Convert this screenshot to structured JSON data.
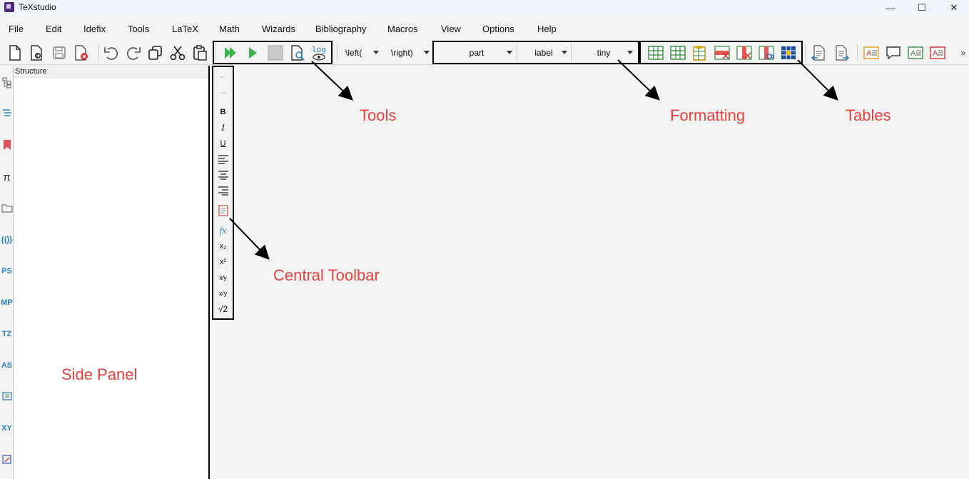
{
  "window": {
    "title": "TeXstudio",
    "minimize_glyph": "—",
    "maximize_glyph": "☐",
    "close_glyph": "✕"
  },
  "menu": [
    "File",
    "Edit",
    "Idefix",
    "Tools",
    "LaTeX",
    "Math",
    "Wizards",
    "Bibliography",
    "Macros",
    "View",
    "Options",
    "Help"
  ],
  "toolbar": {
    "file_icons": [
      "new-file-icon",
      "open-file-icon",
      "save-icon",
      "close-file-icon"
    ],
    "edit_icons": [
      "undo-icon",
      "redo-icon",
      "copy-icon",
      "cut-icon",
      "paste-icon"
    ],
    "tools_icons": [
      "build-view-icon",
      "compile-icon",
      "stop-icon",
      "view-pdf-icon",
      "view-log-icon"
    ],
    "log_label": "log",
    "left_combo": "\\left(",
    "right_combo": "\\right)",
    "part_combo": "part",
    "label_combo": "label",
    "size_combo": "tiny",
    "table_icons": [
      "add-row-icon",
      "add-column-icon",
      "paste-table-icon",
      "remove-row-icon",
      "remove-column-icon",
      "cut-column-icon",
      "align-columns-icon"
    ],
    "more_icons": [
      "insert-refs-icon",
      "insert-bib-icon",
      "text-box-icon",
      "comment-icon",
      "text-green-icon",
      "text-red-icon"
    ],
    "overflow_glyph": "»"
  },
  "side_strip": {
    "icons": [
      "structure-icon",
      "toc-icon",
      "bookmark-icon",
      "symbols-icon",
      "files-icon",
      "brackets-icon"
    ],
    "labels": [
      "PS",
      "MP",
      "TZ",
      "AS"
    ],
    "icons_bottom": [
      "grid-icon"
    ],
    "xy_label": "XY",
    "last_icon": "pen-icon"
  },
  "side_panel": {
    "header": "Structure"
  },
  "central_toolbar": {
    "back": "←",
    "forward": "→",
    "bold": "B",
    "italic": "I",
    "underline": "U",
    "fx": "fx",
    "sub": "x₂",
    "sup": "x²",
    "frac": "x⁄y",
    "frac2": "x/y",
    "sqrt": "√2"
  },
  "annotations": {
    "tools": "Tools",
    "formatting": "Formatting",
    "tables": "Tables",
    "central": "Central Toolbar",
    "side": "Side Panel"
  }
}
